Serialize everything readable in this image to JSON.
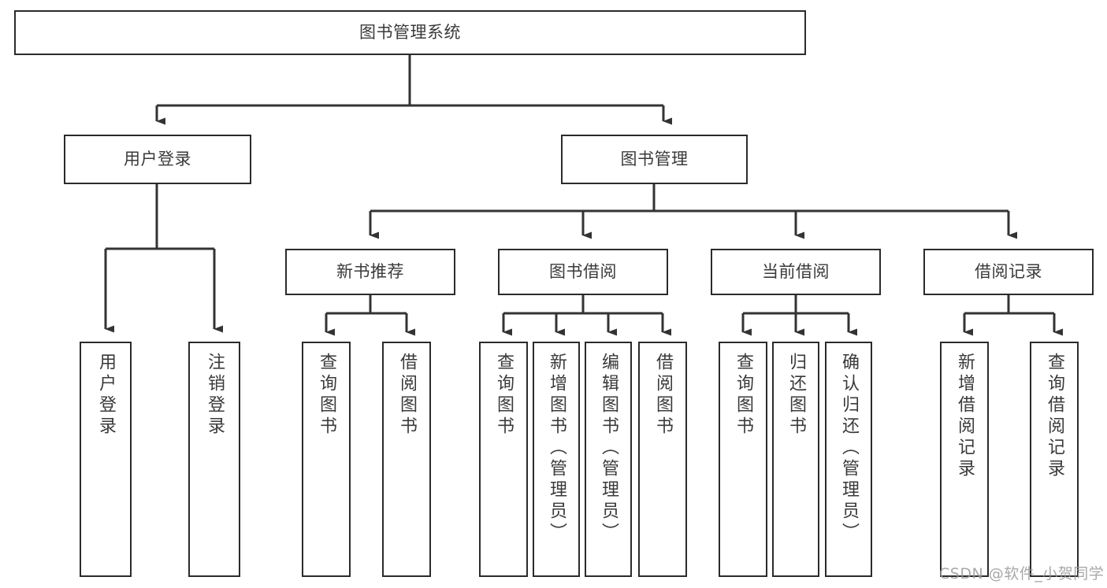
{
  "diagram": {
    "type": "hierarchy-tree",
    "title": "图书管理系统",
    "watermark": "CSDN @软件_小贺同学",
    "colors": {
      "box_border": "#2b2b2b",
      "box_fill": "#ffffff",
      "edge": "#333333",
      "text": "#3a3a3a",
      "watermark": "#9a9a9a",
      "background": "#ffffff"
    },
    "levels": {
      "root": {
        "id": "root",
        "label": "图书管理系统",
        "orientation": "horizontal"
      },
      "level2": [
        {
          "id": "user-login",
          "label": "用户登录",
          "orientation": "horizontal"
        },
        {
          "id": "book-management",
          "label": "图书管理",
          "orientation": "horizontal"
        }
      ],
      "level3": [
        {
          "id": "new-book-recommend",
          "label": "新书推荐",
          "orientation": "horizontal",
          "parent": "book-management"
        },
        {
          "id": "book-borrow",
          "label": "图书借阅",
          "orientation": "horizontal",
          "parent": "book-management"
        },
        {
          "id": "current-borrow",
          "label": "当前借阅",
          "orientation": "horizontal",
          "parent": "book-management"
        },
        {
          "id": "borrow-record",
          "label": "借阅记录",
          "orientation": "horizontal",
          "parent": "book-management"
        }
      ],
      "leaves": [
        {
          "id": "leaf-user-login",
          "label": "用户登录",
          "orientation": "vertical",
          "parent": "user-login"
        },
        {
          "id": "leaf-logout",
          "label": "注销登录",
          "orientation": "vertical",
          "parent": "user-login"
        },
        {
          "id": "leaf-query-book-1",
          "label": "查询图书",
          "orientation": "vertical",
          "parent": "new-book-recommend"
        },
        {
          "id": "leaf-borrow-book-1",
          "label": "借阅图书",
          "orientation": "vertical",
          "parent": "new-book-recommend"
        },
        {
          "id": "leaf-query-book-2",
          "label": "查询图书",
          "orientation": "vertical",
          "parent": "book-borrow"
        },
        {
          "id": "leaf-add-book",
          "label": "新增图书（管理员）",
          "orientation": "vertical",
          "parent": "book-borrow"
        },
        {
          "id": "leaf-edit-book",
          "label": "编辑图书（管理员）",
          "orientation": "vertical",
          "parent": "book-borrow"
        },
        {
          "id": "leaf-borrow-book-2",
          "label": "借阅图书",
          "orientation": "vertical",
          "parent": "book-borrow"
        },
        {
          "id": "leaf-query-book-3",
          "label": "查询图书",
          "orientation": "vertical",
          "parent": "current-borrow"
        },
        {
          "id": "leaf-return-book",
          "label": "归还图书",
          "orientation": "vertical",
          "parent": "current-borrow"
        },
        {
          "id": "leaf-confirm-return",
          "label": "确认归还（管理员）",
          "orientation": "vertical",
          "parent": "current-borrow"
        },
        {
          "id": "leaf-add-record",
          "label": "新增借阅记录",
          "orientation": "vertical",
          "parent": "borrow-record"
        },
        {
          "id": "leaf-query-record",
          "label": "查询借阅记录",
          "orientation": "vertical",
          "parent": "borrow-record"
        }
      ]
    }
  }
}
